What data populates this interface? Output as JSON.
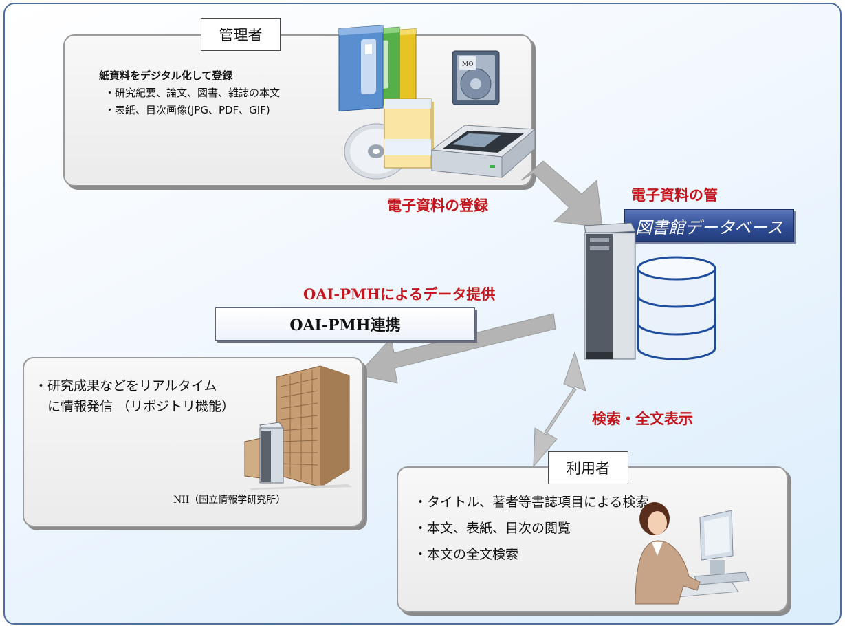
{
  "admin": {
    "label": "管理者",
    "heading": "紙資料をデジタル化して登録",
    "items": [
      "・研究紀要、論文、図書、雑誌の本文",
      "・表紙、目次画像(JPG、PDF、GIF)"
    ],
    "mo_disk_text": "MO"
  },
  "captions": {
    "register": "電子資料の登録",
    "manage": "電子資料の管",
    "oai_provide": "OAI-PMHによるデータ提供",
    "search": "検索・全文表示"
  },
  "database": {
    "label": "図書館データベース"
  },
  "oai": {
    "label": "OAI-PMH連携"
  },
  "nii": {
    "lines": [
      "・研究成果などをリアルタイム",
      "　に情報発信 （リポジトリ機能）"
    ],
    "caption": "NII（国立情報学研究所）"
  },
  "user": {
    "label": "利用者",
    "items": [
      "・タイトル、著者等書誌項目による検索",
      "・本文、表紙、目次の閲覧",
      "・本文の全文検索"
    ]
  },
  "colors": {
    "frame_border": "#4d6e9e",
    "caption_red": "#c4161c",
    "db_blue": "#2f4c94",
    "arrow_gray": "#b4b4b4"
  }
}
